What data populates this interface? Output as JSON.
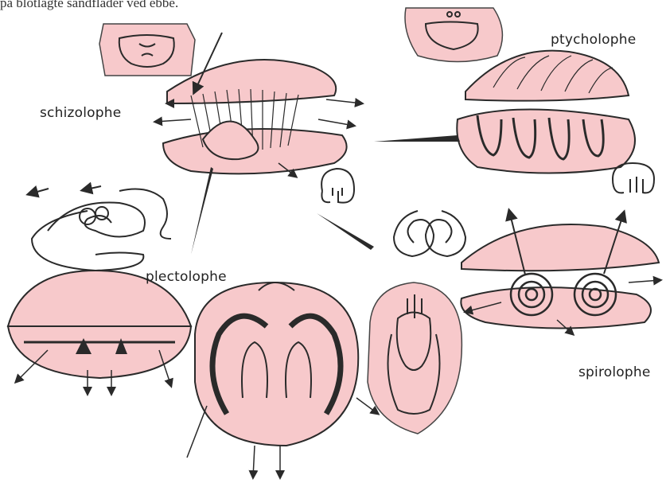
{
  "caption": "på blotlagte sandflader ved ebbe.",
  "labels": {
    "schizolophe": "schizolophe",
    "ptycholophe": "ptycholophe",
    "plectolophe": "plectolophe",
    "spirolophe": "spirolophe"
  },
  "colors": {
    "shell_fill": "#f7c9cb",
    "ink": "#2a2a2a"
  }
}
